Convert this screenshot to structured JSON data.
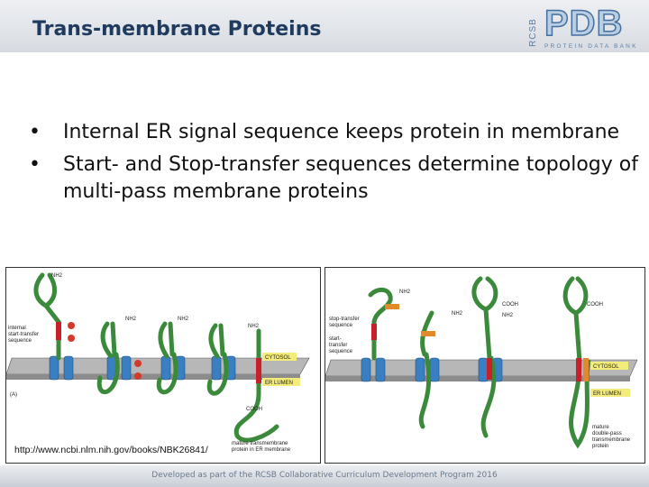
{
  "slide": {
    "title": "Trans-membrane Proteins",
    "bullets": [
      "Internal ER signal sequence keeps protein in membrane",
      "Start- and Stop-transfer sequences determine topology of multi-pass membrane proteins"
    ],
    "citation": "http://www.ncbi.nlm.nih.gov/books/NBK26841/",
    "footer": "Developed as part of the RCSB Collaborative Curriculum Development Program 2016"
  },
  "logo": {
    "side_text": "RCSB",
    "main_text": "PDB",
    "sub_text": "PROTEIN DATA BANK"
  },
  "figure_a": {
    "panel_letter": "(A)",
    "labels": {
      "nh2_top": "NH2",
      "nh2_2": "NH2",
      "nh2_3": "NH2",
      "nh2_4": "NH2",
      "internal_signal_1": "internal",
      "internal_signal_2": "start-transfer",
      "internal_signal_3": "sequence",
      "cytosol": "CYTOSOL",
      "er_lumen": "ER LUMEN",
      "cooh": "COOH",
      "mature_1": "mature transmembrane",
      "mature_2": "protein in ER membrane"
    }
  },
  "figure_b": {
    "labels": {
      "nh2_1": "NH2",
      "nh2_2": "NH2",
      "nh2_3": "NH2",
      "cooh_1": "COOH",
      "cooh_2": "COOH",
      "stop_1": "stop-transfer",
      "stop_2": "sequence",
      "start_1": "start-",
      "start_2": "transfer",
      "start_3": "sequence",
      "cytosol": "CYTOSOL",
      "er_lumen": "ER LUMEN",
      "mature_1": "mature",
      "mature_2": "double-pass",
      "mature_3": "transmembrane",
      "mature_4": "protein"
    }
  },
  "colors": {
    "protein": "#3b8a3b",
    "membrane_top": "#b7b7b7",
    "membrane_side": "#8c8c8c",
    "translocon": "#3a7fc2",
    "signal_red": "#c8202a",
    "stop_orange": "#e08a2a",
    "label_box": "#f3ec7a",
    "title": "#1f3a5f"
  }
}
